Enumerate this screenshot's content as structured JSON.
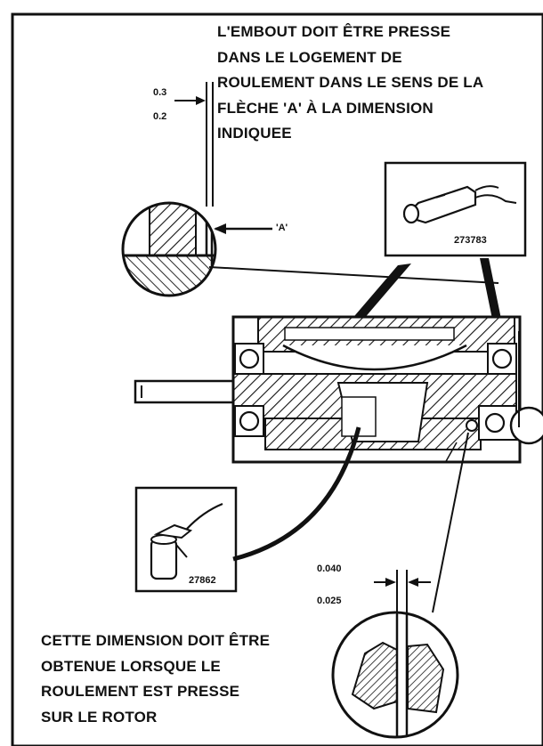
{
  "top_note": {
    "lines": [
      "L'EMBOUT DOIT ÊTRE PRESSE",
      "DANS LE LOGEMENT DE",
      "ROULEMENT DANS LE SENS DE LA",
      "FLÈCHE 'A' À LA DIMENSION",
      "INDIQUEE"
    ]
  },
  "bottom_note": {
    "lines": [
      "CETTE DIMENSION DOIT ÊTRE",
      "OBTENUE LORSQUE LE",
      "ROULEMENT EST PRESSE",
      "SUR LE ROTOR"
    ]
  },
  "dim_top": {
    "upper": "0.3",
    "lower": "0.2"
  },
  "arrow_label": "'A'",
  "tool_part": "273783",
  "grease_part": "27862",
  "dim_bottom": {
    "upper": "0.040",
    "lower": "0.025"
  },
  "colors": {
    "ink": "#111111",
    "paper": "#ffffff"
  }
}
